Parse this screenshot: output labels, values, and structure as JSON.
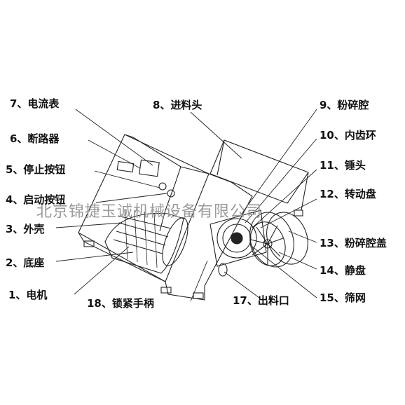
{
  "watermark": "北京锦捷玉诚机械设备有限公司",
  "labels": {
    "l1": "1、电机",
    "l2": "2、底座",
    "l3": "3、外壳",
    "l4": "4、启动按钮",
    "l5": "5、停止按钮",
    "l6": "6、断路器",
    "l7": "7、电流表",
    "l8": "8、进料头",
    "l9": "9、粉碎腔",
    "l10": "10、内齿环",
    "l11": "11、锤头",
    "l12": "12、转动盘",
    "l13": "13、粉碎腔盖",
    "l14": "14、静盘",
    "l15": "15、筛网",
    "l17": "17、出料口",
    "l18": "18、锁紧手柄"
  }
}
